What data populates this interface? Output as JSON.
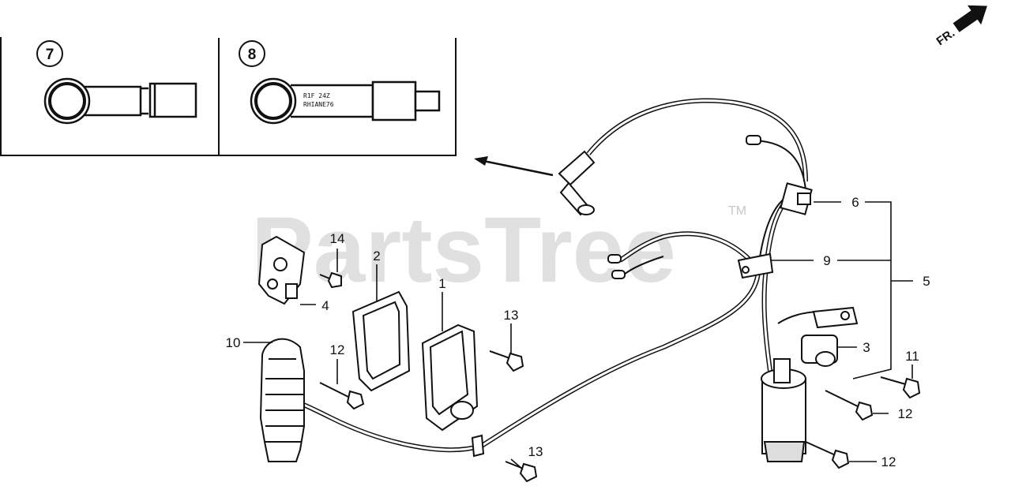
{
  "watermark": {
    "text": "PartsTree",
    "trademark": "TM"
  },
  "front_indicator": {
    "text": "FR."
  },
  "inset": {
    "boxes": [
      {
        "callout": "7"
      },
      {
        "callout": "8",
        "cap_text_line1": "R1F 24Z",
        "cap_text_line2": "RHIANE76"
      }
    ]
  },
  "callouts": {
    "c1": "1",
    "c2": "2",
    "c3": "3",
    "c4": "4",
    "c5": "5",
    "c6": "6",
    "c9": "9",
    "c10": "10",
    "c11": "11",
    "c12a": "12",
    "c12b": "12",
    "c12c": "12",
    "c13a": "13",
    "c13b": "13",
    "c14": "14"
  },
  "colors": {
    "ink": "#111111",
    "watermark": "#c8c8c8",
    "paper": "#ffffff"
  }
}
